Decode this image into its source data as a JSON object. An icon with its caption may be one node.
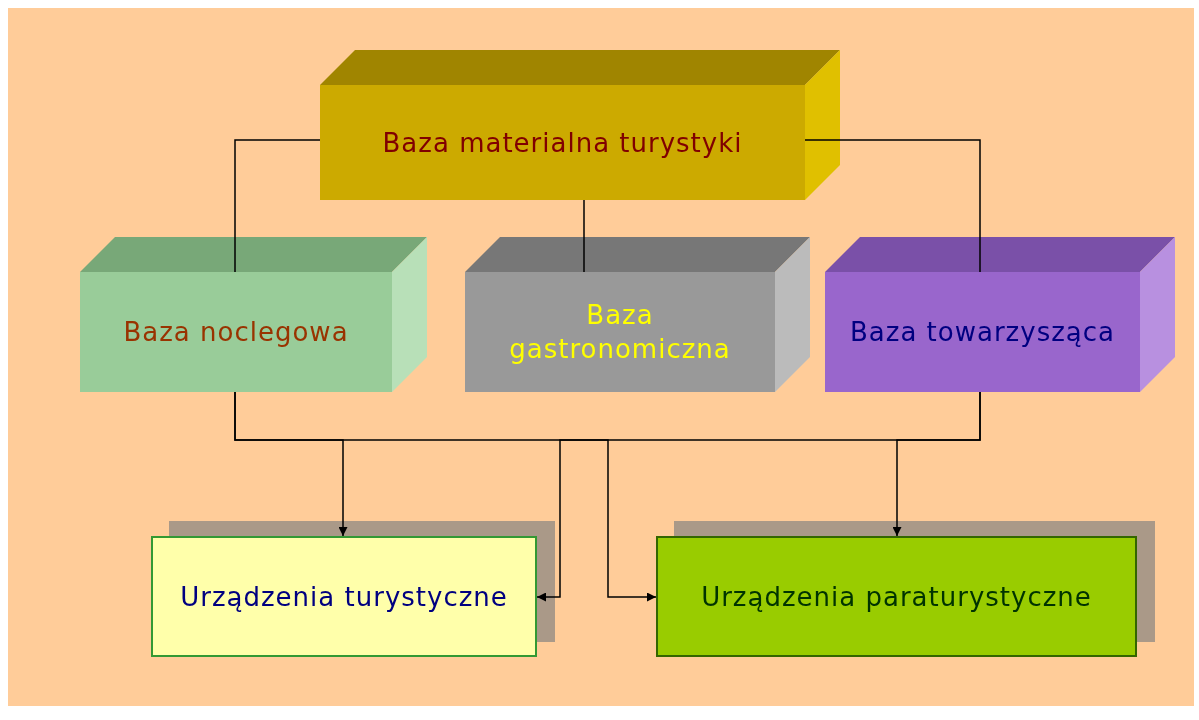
{
  "diagram": {
    "nodes": [
      {
        "text": [
          "Baza materialna turystyki"
        ]
      },
      {
        "text": [
          "Baza noclegowa"
        ]
      },
      {
        "text": [
          "Baza gastronomiczna"
        ]
      },
      {
        "text": [
          "Baza towarzysząca"
        ]
      },
      {
        "text": [
          "Urządzenia turystyczne"
        ]
      },
      {
        "text": [
          "Urządzenia paraturystyczne"
        ]
      }
    ],
    "edges": [
      {
        "from": 0,
        "to": 1,
        "arrow": "none"
      },
      {
        "from": 0,
        "to": 2,
        "arrow": "none"
      },
      {
        "from": 0,
        "to": 3,
        "arrow": "none"
      },
      {
        "from": 1,
        "to": 4,
        "arrow": "to"
      },
      {
        "from": 3,
        "to": 4,
        "arrow": "to"
      },
      {
        "from": 1,
        "to": 5,
        "arrow": "to"
      },
      {
        "from": 3,
        "to": 5,
        "arrow": "to"
      }
    ]
  }
}
